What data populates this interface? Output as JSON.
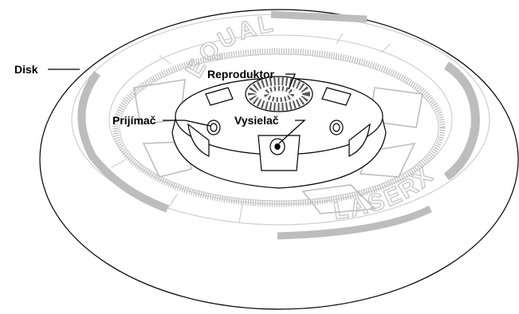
{
  "labels": {
    "disk": "Disk",
    "speaker": "Reproduktor",
    "receiver": "Prijímač",
    "transmitter": "Vysielač"
  },
  "branding": {
    "top_text": "EQUALIZER",
    "right_text": "LASERX"
  },
  "colors": {
    "outline": "#000000",
    "ring_gray": "#bdbdbd",
    "light_gray": "#d6d6d6"
  }
}
